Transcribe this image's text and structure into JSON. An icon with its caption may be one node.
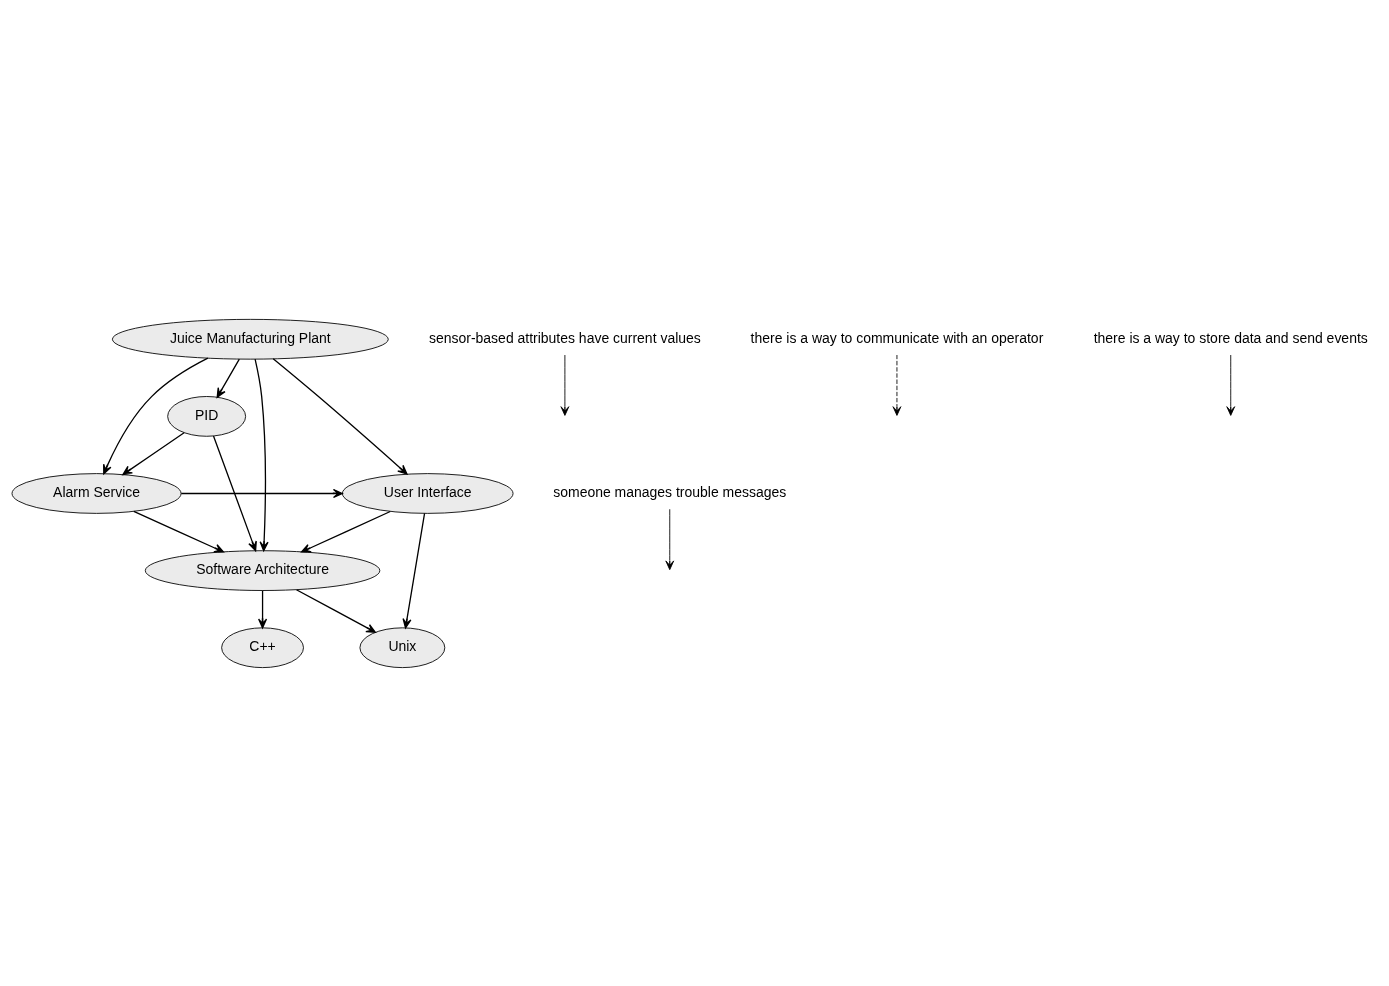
{
  "diagram": {
    "nodes": [
      {
        "text": [
          "Juice Manufacturing Plant"
        ]
      },
      {
        "text": [
          "PID"
        ]
      },
      {
        "text": [
          "User Interface"
        ]
      },
      {
        "text": [
          "Alarm Service"
        ]
      },
      {
        "text": [
          "Software Architecture"
        ]
      },
      {
        "text": [
          "Unix"
        ]
      },
      {
        "text": [
          "C++"
        ]
      },
      {
        "text": [
          "sensor-based attributes have current values"
        ]
      },
      {
        "text": [
          "there is a way to communicate with an operator"
        ]
      },
      {
        "text": [
          "someone manages trouble messages"
        ]
      },
      {
        "text": [
          "there is a way to store data and send events"
        ]
      }
    ],
    "edges": [
      {
        "from": 0,
        "to": 2,
        "arrow": "to"
      },
      {
        "from": 0,
        "to": 4,
        "arrow": "to"
      },
      {
        "from": 0,
        "to": 3,
        "arrow": "to"
      },
      {
        "from": 0,
        "to": 1,
        "arrow": "to"
      },
      {
        "from": 1,
        "to": 3,
        "arrow": "to"
      },
      {
        "from": 1,
        "to": 4,
        "arrow": "to"
      },
      {
        "from": 3,
        "to": 2,
        "arrow": "to"
      },
      {
        "from": 3,
        "to": 4,
        "arrow": "to"
      },
      {
        "from": 2,
        "to": 4,
        "arrow": "to"
      },
      {
        "from": 2,
        "to": 5,
        "arrow": "to"
      },
      {
        "from": 4,
        "to": 5,
        "arrow": "to"
      },
      {
        "from": 4,
        "to": 6,
        "arrow": "to"
      },
      {
        "from": 7,
        "to": null,
        "arrow": "to"
      },
      {
        "from": 8,
        "to": null,
        "arrow": "to",
        "style": "dashed"
      },
      {
        "from": 9,
        "to": null,
        "arrow": "to"
      },
      {
        "from": 10,
        "to": null,
        "arrow": "to"
      }
    ]
  }
}
